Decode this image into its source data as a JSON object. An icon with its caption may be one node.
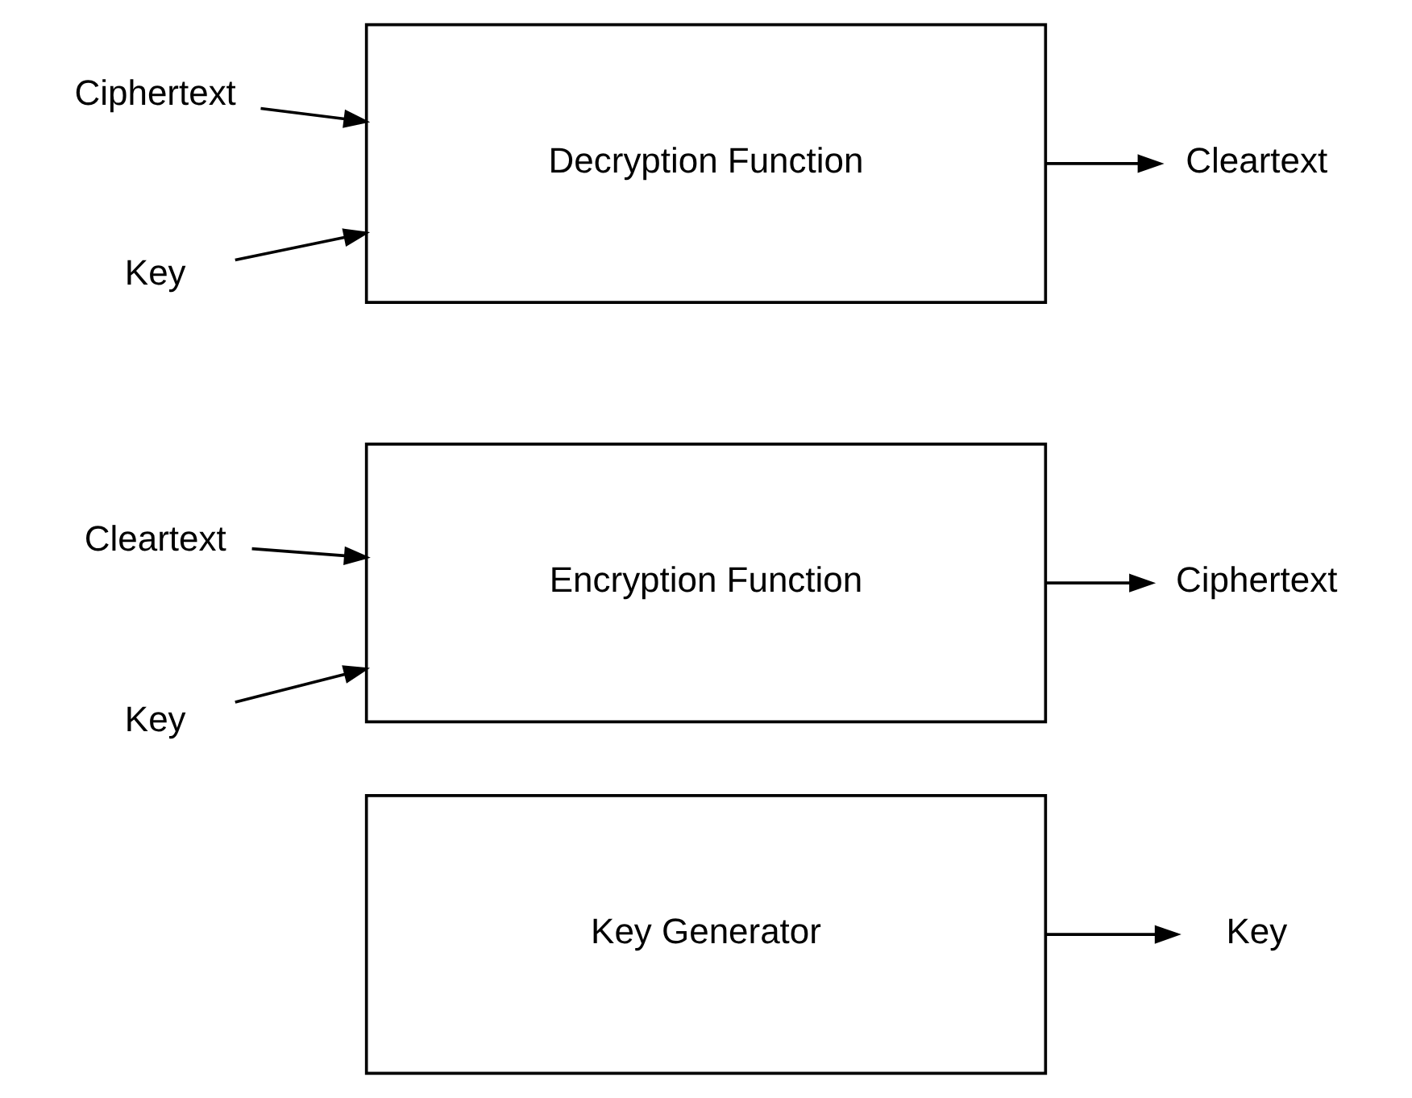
{
  "diagram": {
    "nodes": [
      {
        "text": [
          "Key Generator"
        ]
      },
      {
        "text": [
          "Key"
        ]
      },
      {
        "text": [
          "Encryption Function"
        ]
      },
      {
        "text": [
          "Cleartext"
        ]
      },
      {
        "text": [
          "Key"
        ]
      },
      {
        "text": [
          "Ciphertext"
        ]
      },
      {
        "text": [
          "Decryption Function"
        ]
      },
      {
        "text": [
          "Ciphertext"
        ]
      },
      {
        "text": [
          "Key"
        ]
      },
      {
        "text": [
          "Cleartext"
        ]
      }
    ],
    "edges": [
      {
        "from": 0,
        "to": 1,
        "arrow": "to"
      },
      {
        "from": 3,
        "to": 2,
        "arrow": "to"
      },
      {
        "from": 4,
        "to": 2,
        "arrow": "to"
      },
      {
        "from": 2,
        "to": 5,
        "arrow": "to"
      },
      {
        "from": 7,
        "to": 6,
        "arrow": "to"
      },
      {
        "from": 8,
        "to": 6,
        "arrow": "to"
      },
      {
        "from": 6,
        "to": 9,
        "arrow": "to"
      }
    ]
  }
}
